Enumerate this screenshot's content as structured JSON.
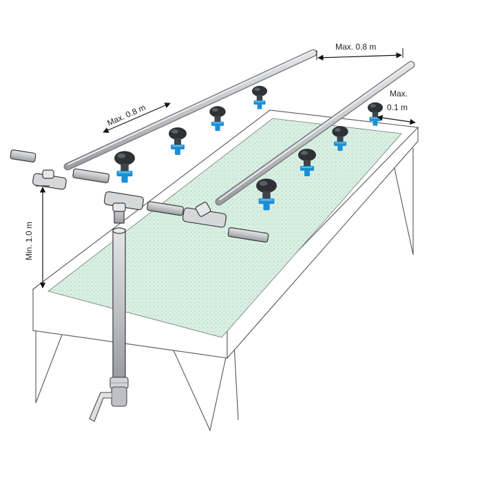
{
  "labels": {
    "spacing_back": "Max. 0.8 m",
    "spacing_left": "Max. 0.8 m",
    "edge_offset_line1": "Max.",
    "edge_offset_line2": "0.1 m",
    "height": "Min. 1.0 m"
  },
  "colors": {
    "pipe": "#c9cacc",
    "bed": "#cfeadc",
    "nozzle": "#1b8fd6",
    "head": "#2e3236"
  },
  "icons": [
    "mist-sprinkler-icon",
    "tee-connector-icon",
    "ball-valve-icon"
  ]
}
